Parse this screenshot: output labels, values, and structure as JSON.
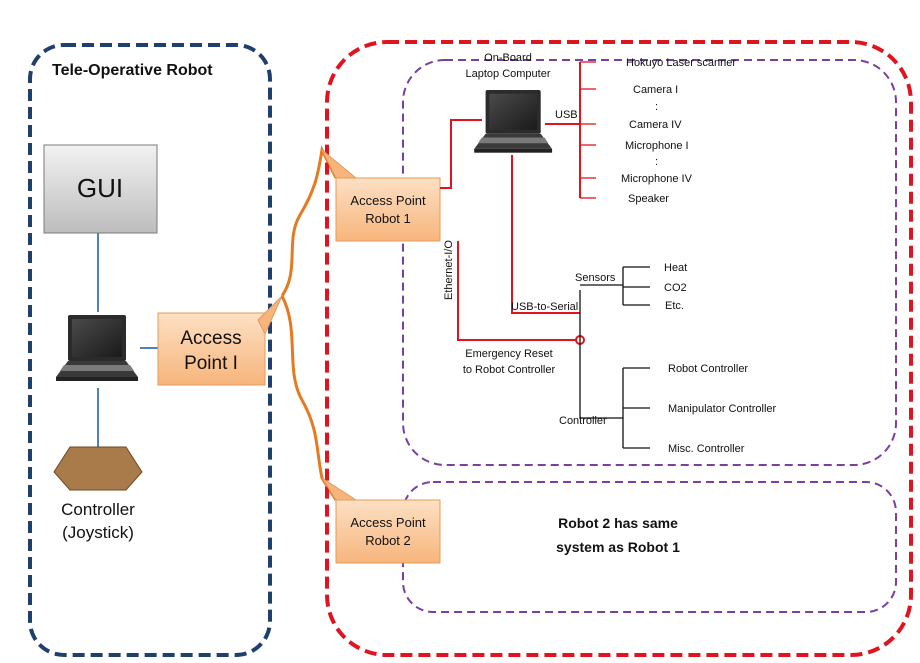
{
  "left_panel": {
    "title": "Tele-Operative Robot",
    "gui_label": "GUI",
    "access_point_line1": "Access",
    "access_point_line2": "Point I",
    "controller_line1": "Controller",
    "controller_line2": "(Joystick)"
  },
  "robot1": {
    "access_point_line1": "Access Point",
    "access_point_line2": "Robot 1",
    "laptop_line1": "On-Board",
    "laptop_line2": "Laptop Computer",
    "usb_label": "USB",
    "usb_devices": [
      "Hokuyo Laser scanner",
      "Camera I",
      ":",
      "Camera IV",
      "Microphone I",
      ":",
      "Microphone IV",
      "Speaker"
    ],
    "ethernet_label": "Ethernet-I/O",
    "usb_serial_label": "USB-to-Serial",
    "sensors_label": "Sensors",
    "sensor_items": [
      "Heat",
      "CO2",
      "Etc."
    ],
    "emergency_line1": "Emergency Reset",
    "emergency_line2": "to Robot Controller",
    "controller_label": "Controller",
    "controller_items": [
      "Robot Controller",
      "Manipulator Controller",
      "Misc. Controller"
    ]
  },
  "robot2": {
    "access_point_line1": "Access Point",
    "access_point_line2": "Robot 2",
    "note_line1": "Robot 2 has same",
    "note_line2": "system as Robot 1"
  },
  "colors": {
    "blue_border": "#1f3f6e",
    "red_border": "#e0141e",
    "purple_border": "#7a3fa0",
    "orange_wave": "#e57a20",
    "access_fill": "#fbc89a",
    "red_line": "#e0141e",
    "blue_line": "#4f81bd",
    "joystick_fill": "#a97a4a"
  }
}
